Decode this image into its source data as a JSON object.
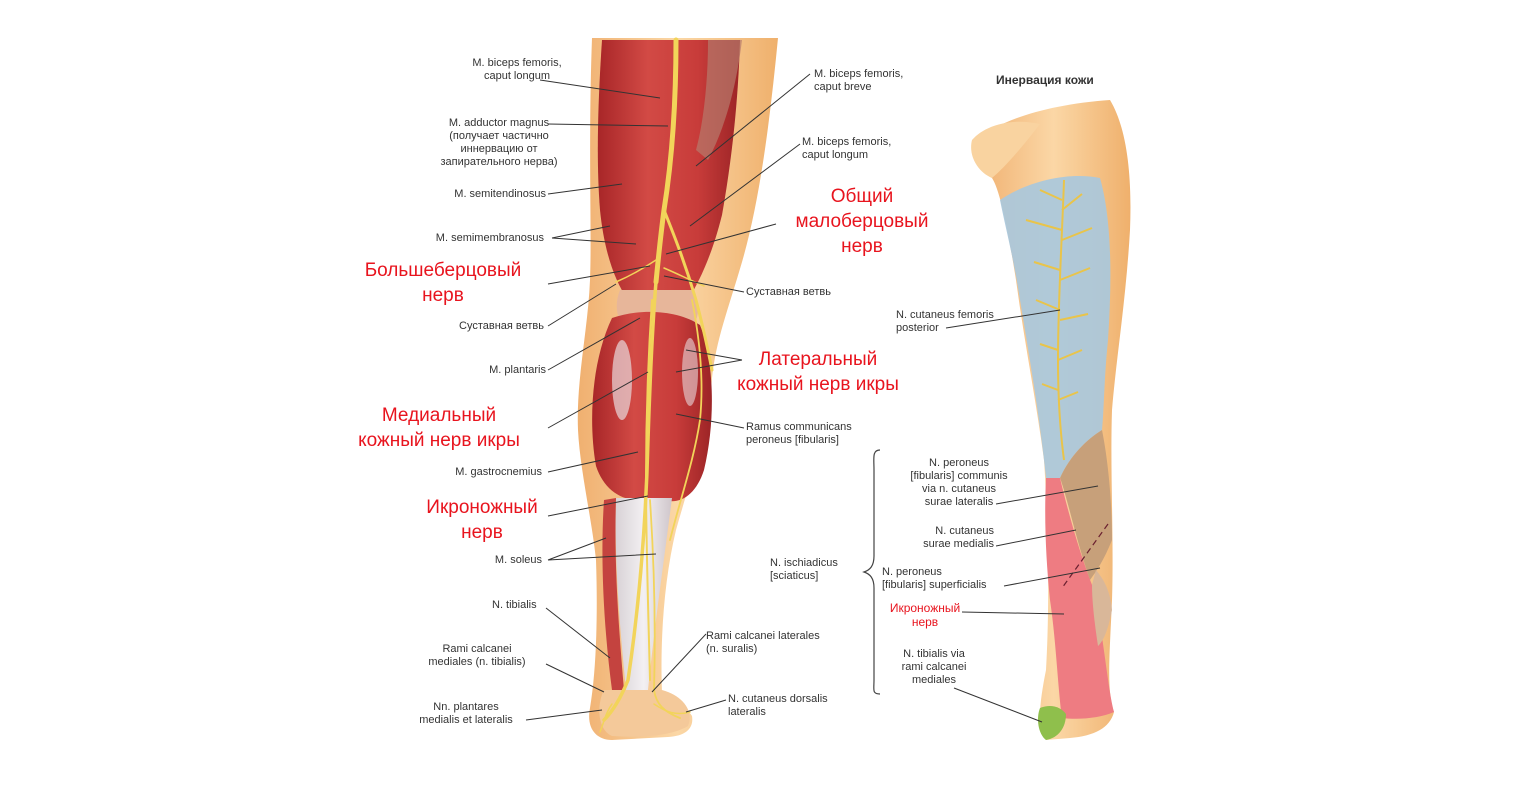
{
  "posterior_view": {
    "labels": {
      "biceps_longum_left": [
        "M. biceps femoris,",
        "caput longum"
      ],
      "adductor_magnus": [
        "M. adductor magnus",
        "(получает частично",
        "иннервацию от",
        "запирательного нерва)"
      ],
      "semitendinosus": [
        "M. semitendinosus"
      ],
      "semimembranosus": [
        "M. semimembranosus"
      ],
      "articular_branch_left": [
        "Суставная ветвь"
      ],
      "plantaris": [
        "M. plantaris"
      ],
      "gastrocnemius": [
        "M. gastrocnemius"
      ],
      "soleus": [
        "M. soleus"
      ],
      "tibialis": [
        "N. tibialis"
      ],
      "rami_calcanei_mediales": [
        "Rami calcanei",
        "mediales (n. tibialis)"
      ],
      "plantares": [
        "Nn. plantares",
        "medialis et lateralis"
      ],
      "biceps_breve": [
        "M. biceps femoris,",
        "caput breve"
      ],
      "biceps_longum_right": [
        "M. biceps femoris,",
        "caput longum"
      ],
      "articular_branch_right": [
        "Суставная ветвь"
      ],
      "ramus_communicans": [
        "Ramus communicans",
        "peroneus [fibularis]"
      ],
      "rami_calcanei_laterales": [
        "Rami calcanei laterales",
        "(n. suralis)"
      ],
      "cutaneus_dorsalis": [
        "N. cutaneus dorsalis",
        "lateralis"
      ]
    },
    "red_labels": {
      "tibial_nerve": [
        "Большеберцовый",
        "нерв"
      ],
      "common_peroneal": [
        "Общий",
        "малоберцовый",
        "нерв"
      ],
      "lateral_sural": [
        "Латеральный",
        "кожный нерв икры"
      ],
      "medial_sural": [
        "Медиальный",
        "кожный нерв икры"
      ],
      "sural_nerve": [
        "Икроножный",
        "нерв"
      ]
    }
  },
  "skin_innervation": {
    "title": "Инервация кожи",
    "labels": {
      "femoris_posterior": [
        "N. cutaneus femoris",
        "posterior"
      ],
      "peroneus_communis": [
        "N. peroneus",
        "[fibularis] communis",
        "via n. cutaneus",
        "surae lateralis"
      ],
      "surae_medialis": [
        "N. cutaneus",
        "surae medialis"
      ],
      "ischiadicus": [
        "N. ischiadicus",
        "[sciaticus]"
      ],
      "superficialis": [
        "N. peroneus",
        "[fibularis] superficialis"
      ],
      "tibialis_via": [
        "N. tibialis via",
        "rami calcanei",
        "mediales"
      ]
    },
    "red_label": [
      "Икроножный",
      "нерв"
    ]
  },
  "colors": {
    "muscle": "#c8383a",
    "skin": "#f6c48a",
    "nerve": "#f2d45a",
    "label_red": "#e8141e",
    "zone_blue": "#a9c8dc",
    "zone_red": "#ee7c82",
    "zone_tan": "#c7a07a",
    "zone_green": "#8fbf4c"
  }
}
